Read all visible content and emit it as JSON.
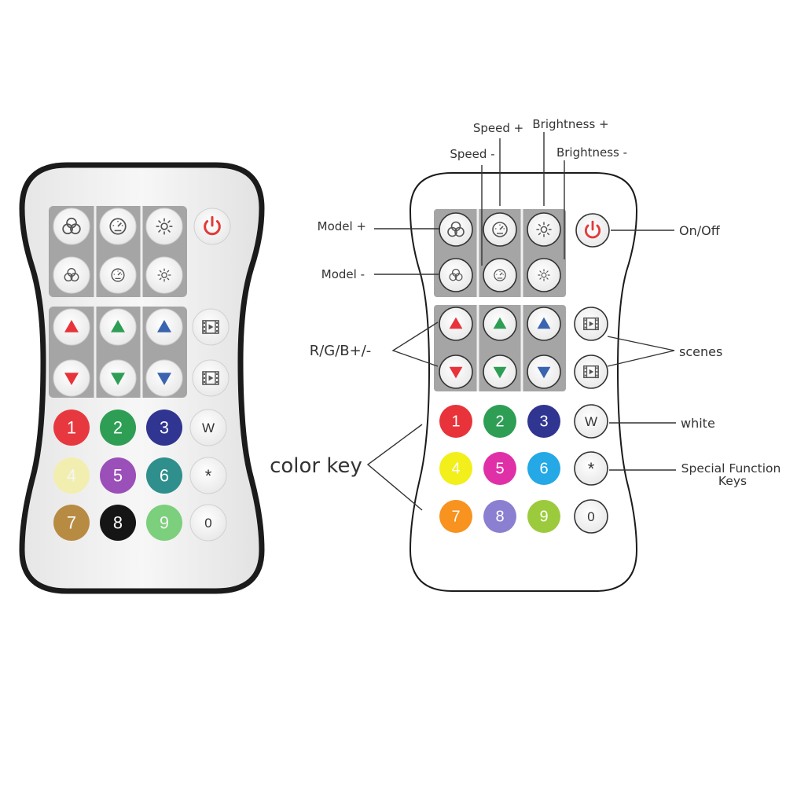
{
  "colors": {
    "red": "#e8333b",
    "green": "#2e9e55",
    "navy": "#2f3590",
    "yellow": "#f2ef1a",
    "magenta": "#e030a8",
    "cyan": "#24a8e6",
    "orange": "#f7931e",
    "lavender": "#8b7fd1",
    "lime": "#9bcb3c",
    "cream": "#f2eeb0",
    "purple": "#9b4fb8",
    "teal": "#2f8f8d",
    "tan": "#b88b43",
    "black": "#151515",
    "mint": "#7ccf7c",
    "panel_gray": "#a5a5a5",
    "power_red": "#e23a3a",
    "blue_arrow": "#3a64b0"
  },
  "left_remote": {
    "func_rows": [
      [
        "color-mix-icon",
        "speed-dial-icon",
        "sun-icon"
      ],
      [
        "color-mix-small-icon",
        "speed-dial-small-icon",
        "sun-small-icon"
      ]
    ],
    "power_icon": "power-icon",
    "scene_icon": "film-scene-icon",
    "side_keys": [
      "W",
      "*",
      "0"
    ],
    "number_keys": [
      {
        "label": "1",
        "color": "#e8383f"
      },
      {
        "label": "2",
        "color": "#2e9e55"
      },
      {
        "label": "3",
        "color": "#2f3590"
      },
      {
        "label": "4",
        "color": "#f2eeb0"
      },
      {
        "label": "5",
        "color": "#9b4fb8"
      },
      {
        "label": "6",
        "color": "#2f8f8d"
      },
      {
        "label": "7",
        "color": "#b88b43"
      },
      {
        "label": "8",
        "color": "#151515"
      },
      {
        "label": "9",
        "color": "#7ccf7c"
      }
    ]
  },
  "right_remote": {
    "side_keys": [
      "W",
      "*",
      "0"
    ],
    "number_keys": [
      {
        "label": "1",
        "color": "#e8333b"
      },
      {
        "label": "2",
        "color": "#2e9e55"
      },
      {
        "label": "3",
        "color": "#2f3590"
      },
      {
        "label": "4",
        "color": "#f2ef1a"
      },
      {
        "label": "5",
        "color": "#e030a8"
      },
      {
        "label": "6",
        "color": "#24a8e6"
      },
      {
        "label": "7",
        "color": "#f7931e"
      },
      {
        "label": "8",
        "color": "#8b7fd1"
      },
      {
        "label": "9",
        "color": "#9bcb3c"
      }
    ]
  },
  "labels": {
    "speed_plus": "Speed +",
    "brightness_plus": "Brightness +",
    "speed_minus": "Speed -",
    "brightness_minus": "Brightness -",
    "model_plus": "Model +",
    "model_minus": "Model -",
    "on_off": "On/Off",
    "rgb": "R/G/B+/-",
    "scenes": "scenes",
    "white": "white",
    "special_line1": "Special Function",
    "special_line2": "Keys",
    "color_key": "color key"
  }
}
